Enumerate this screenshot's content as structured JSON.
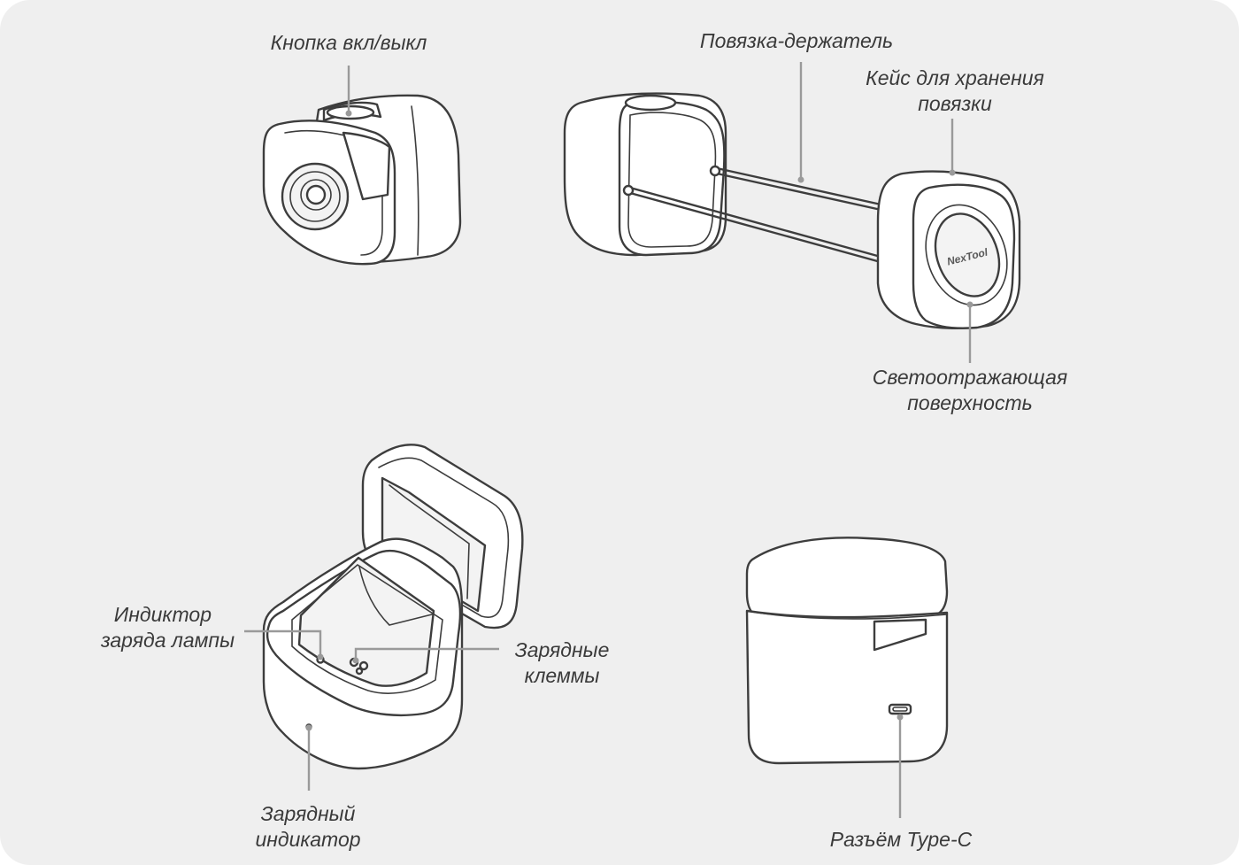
{
  "labels": {
    "power_button": "Кнопка вкл/выкл",
    "headband": "Повязка-держатель",
    "storage_case": [
      "Кейс для хранения",
      "повязки"
    ],
    "reflective_surface": [
      "Светоотражающая",
      "поверхность"
    ],
    "lamp_charge_indicator": [
      "Индиктор",
      "заряда лампы"
    ],
    "charging_terminals": [
      "Зарядные",
      "клеммы"
    ],
    "charging_indicator": [
      "Зарядный",
      "индикатор"
    ],
    "type_c_port": "Разъём Type-C"
  },
  "product": {
    "logo_text": "NexTool"
  },
  "colors": {
    "panel_background": "#efefef",
    "line_art": "#3d3d3d",
    "callout_line": "#9a9a9a",
    "label_text": "#3a3a3a"
  }
}
